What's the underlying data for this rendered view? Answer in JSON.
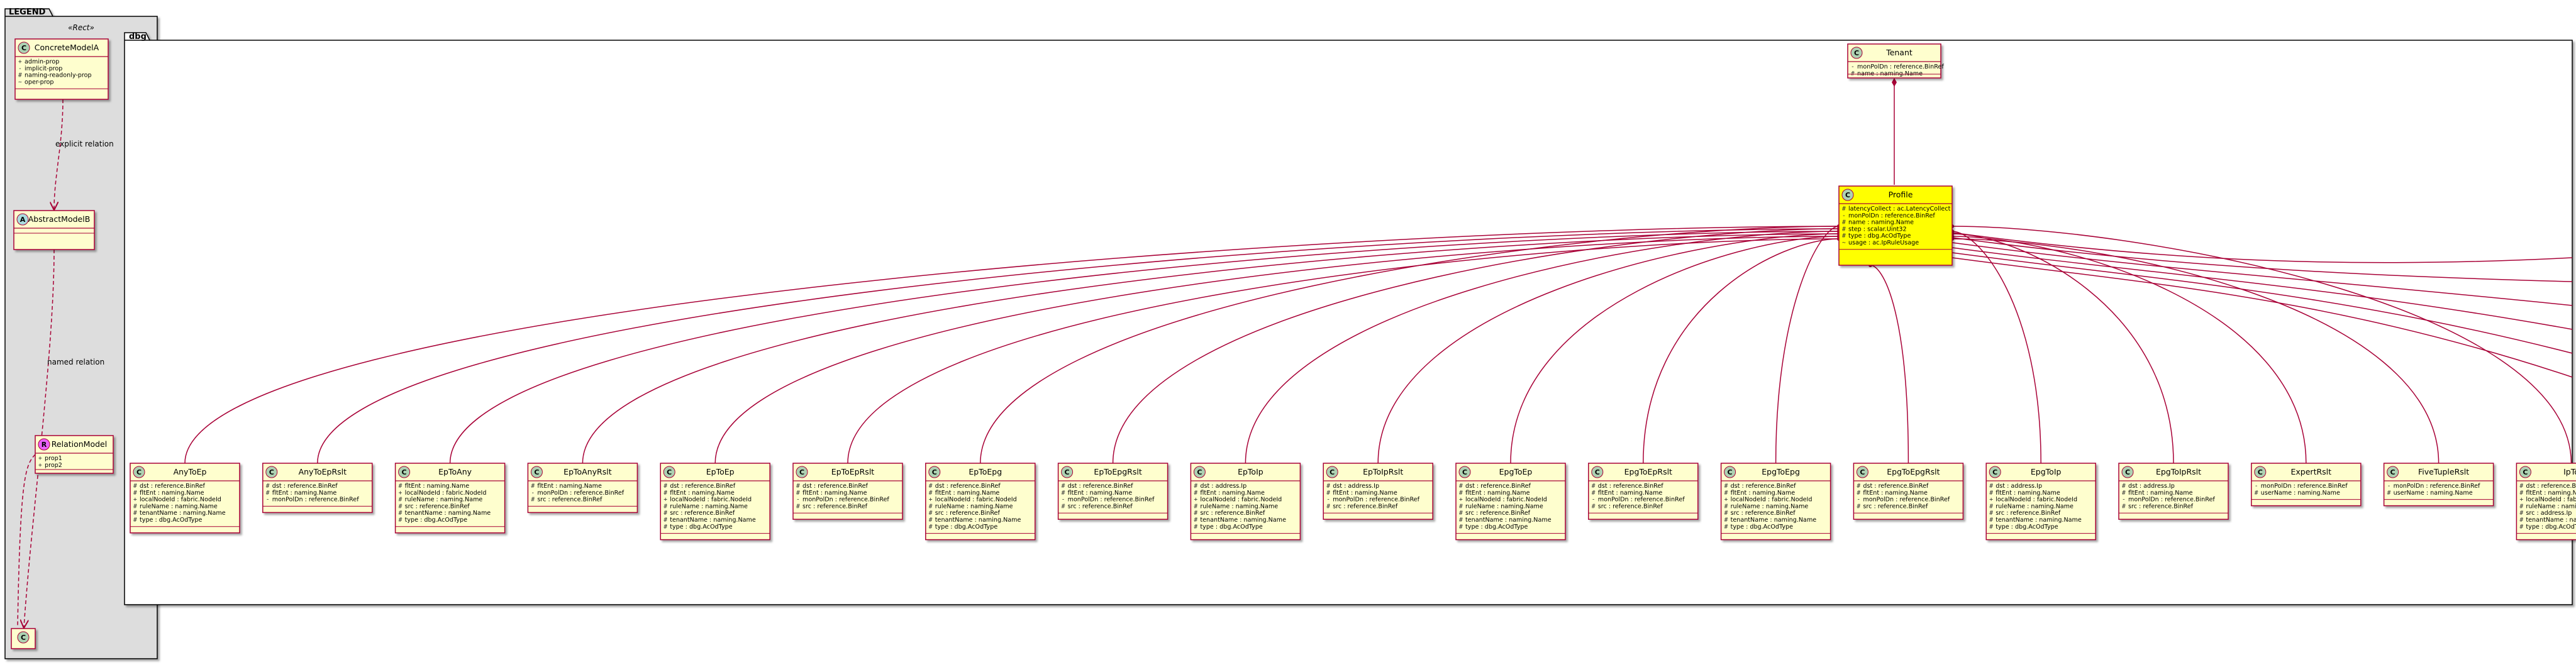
{
  "legend": {
    "title": "LEGEND",
    "stereotype": "«Rect»",
    "concrete": {
      "icon": "C",
      "name": "ConcreteModelA",
      "attrs": [
        {
          "vis": "+",
          "text": "admin-prop"
        },
        {
          "vis": "-",
          "text": "implicit-prop"
        },
        {
          "vis": "#",
          "text": "naming-readonly-prop"
        },
        {
          "vis": "~",
          "text": "oper-prop"
        }
      ]
    },
    "abstract": {
      "icon": "A",
      "name": "AbstractModelB",
      "attrs": []
    },
    "relation": {
      "icon": "R",
      "name": "RelationModel",
      "attrs": [
        {
          "vis": "+",
          "text": "prop1"
        },
        {
          "vis": "+",
          "text": "prop2"
        }
      ]
    },
    "c": {
      "icon": "C",
      "name": "C",
      "attrs": []
    },
    "explicit_label": "explicit relation",
    "named_label": "named relation"
  },
  "package": {
    "name": "dbg"
  },
  "tenant": {
    "icon": "C",
    "name": "Tenant",
    "attrs": [
      {
        "vis": "-",
        "text": "monPolDn : reference.BinRef"
      },
      {
        "vis": "#",
        "text": "name : naming.Name"
      }
    ]
  },
  "profile": {
    "icon": "C",
    "name": "Profile",
    "attrs": [
      {
        "vis": "#",
        "text": "latencyCollect : ac.LatencyCollect"
      },
      {
        "vis": "-",
        "text": "monPolDn : reference.BinRef"
      },
      {
        "vis": "#",
        "text": "name : naming.Name"
      },
      {
        "vis": "#",
        "text": "step : scalar.Uint32"
      },
      {
        "vis": "#",
        "text": "type : dbg.AcOdType"
      },
      {
        "vis": "~",
        "text": "usage : ac.IpRuleUsage"
      }
    ]
  },
  "classes": [
    {
      "icon": "C",
      "name": "AnyToEp",
      "attrs": [
        {
          "vis": "#",
          "text": "dst : reference.BinRef"
        },
        {
          "vis": "#",
          "text": "fltEnt : naming.Name"
        },
        {
          "vis": "+",
          "text": "localNodeId : fabric.NodeId"
        },
        {
          "vis": "#",
          "text": "ruleName : naming.Name"
        },
        {
          "vis": "#",
          "text": "tenantName : naming.Name"
        },
        {
          "vis": "#",
          "text": "type : dbg.AcOdType"
        }
      ]
    },
    {
      "icon": "C",
      "name": "AnyToEpRslt",
      "attrs": [
        {
          "vis": "#",
          "text": "dst : reference.BinRef"
        },
        {
          "vis": "#",
          "text": "fltEnt : naming.Name"
        },
        {
          "vis": "-",
          "text": "monPolDn : reference.BinRef"
        }
      ]
    },
    {
      "icon": "C",
      "name": "EpToAny",
      "attrs": [
        {
          "vis": "#",
          "text": "fltEnt : naming.Name"
        },
        {
          "vis": "+",
          "text": "localNodeId : fabric.NodeId"
        },
        {
          "vis": "#",
          "text": "ruleName : naming.Name"
        },
        {
          "vis": "#",
          "text": "src : reference.BinRef"
        },
        {
          "vis": "#",
          "text": "tenantName : naming.Name"
        },
        {
          "vis": "#",
          "text": "type : dbg.AcOdType"
        }
      ]
    },
    {
      "icon": "C",
      "name": "EpToAnyRslt",
      "attrs": [
        {
          "vis": "#",
          "text": "fltEnt : naming.Name"
        },
        {
          "vis": "-",
          "text": "monPolDn : reference.BinRef"
        },
        {
          "vis": "#",
          "text": "src : reference.BinRef"
        }
      ]
    },
    {
      "icon": "C",
      "name": "EpToEp",
      "attrs": [
        {
          "vis": "#",
          "text": "dst : reference.BinRef"
        },
        {
          "vis": "#",
          "text": "fltEnt : naming.Name"
        },
        {
          "vis": "+",
          "text": "localNodeId : fabric.NodeId"
        },
        {
          "vis": "#",
          "text": "ruleName : naming.Name"
        },
        {
          "vis": "#",
          "text": "src : reference.BinRef"
        },
        {
          "vis": "#",
          "text": "tenantName : naming.Name"
        },
        {
          "vis": "#",
          "text": "type : dbg.AcOdType"
        }
      ]
    },
    {
      "icon": "C",
      "name": "EpToEpRslt",
      "attrs": [
        {
          "vis": "#",
          "text": "dst : reference.BinRef"
        },
        {
          "vis": "#",
          "text": "fltEnt : naming.Name"
        },
        {
          "vis": "-",
          "text": "monPolDn : reference.BinRef"
        },
        {
          "vis": "#",
          "text": "src : reference.BinRef"
        }
      ]
    },
    {
      "icon": "C",
      "name": "EpToEpg",
      "attrs": [
        {
          "vis": "#",
          "text": "dst : reference.BinRef"
        },
        {
          "vis": "#",
          "text": "fltEnt : naming.Name"
        },
        {
          "vis": "+",
          "text": "localNodeId : fabric.NodeId"
        },
        {
          "vis": "#",
          "text": "ruleName : naming.Name"
        },
        {
          "vis": "#",
          "text": "src : reference.BinRef"
        },
        {
          "vis": "#",
          "text": "tenantName : naming.Name"
        },
        {
          "vis": "#",
          "text": "type : dbg.AcOdType"
        }
      ]
    },
    {
      "icon": "C",
      "name": "EpToEpgRslt",
      "attrs": [
        {
          "vis": "#",
          "text": "dst : reference.BinRef"
        },
        {
          "vis": "#",
          "text": "fltEnt : naming.Name"
        },
        {
          "vis": "-",
          "text": "monPolDn : reference.BinRef"
        },
        {
          "vis": "#",
          "text": "src : reference.BinRef"
        }
      ]
    },
    {
      "icon": "C",
      "name": "EpToIp",
      "attrs": [
        {
          "vis": "#",
          "text": "dst : address.Ip"
        },
        {
          "vis": "#",
          "text": "fltEnt : naming.Name"
        },
        {
          "vis": "+",
          "text": "localNodeId : fabric.NodeId"
        },
        {
          "vis": "#",
          "text": "ruleName : naming.Name"
        },
        {
          "vis": "#",
          "text": "src : reference.BinRef"
        },
        {
          "vis": "#",
          "text": "tenantName : naming.Name"
        },
        {
          "vis": "#",
          "text": "type : dbg.AcOdType"
        }
      ]
    },
    {
      "icon": "C",
      "name": "EpToIpRslt",
      "attrs": [
        {
          "vis": "#",
          "text": "dst : address.Ip"
        },
        {
          "vis": "#",
          "text": "fltEnt : naming.Name"
        },
        {
          "vis": "-",
          "text": "monPolDn : reference.BinRef"
        },
        {
          "vis": "#",
          "text": "src : reference.BinRef"
        }
      ]
    },
    {
      "icon": "C",
      "name": "EpgToEp",
      "attrs": [
        {
          "vis": "#",
          "text": "dst : reference.BinRef"
        },
        {
          "vis": "#",
          "text": "fltEnt : naming.Name"
        },
        {
          "vis": "+",
          "text": "localNodeId : fabric.NodeId"
        },
        {
          "vis": "#",
          "text": "ruleName : naming.Name"
        },
        {
          "vis": "#",
          "text": "src : reference.BinRef"
        },
        {
          "vis": "#",
          "text": "tenantName : naming.Name"
        },
        {
          "vis": "#",
          "text": "type : dbg.AcOdType"
        }
      ]
    },
    {
      "icon": "C",
      "name": "EpgToEpRslt",
      "attrs": [
        {
          "vis": "#",
          "text": "dst : reference.BinRef"
        },
        {
          "vis": "#",
          "text": "fltEnt : naming.Name"
        },
        {
          "vis": "-",
          "text": "monPolDn : reference.BinRef"
        },
        {
          "vis": "#",
          "text": "src : reference.BinRef"
        }
      ]
    },
    {
      "icon": "C",
      "name": "EpgToEpg",
      "attrs": [
        {
          "vis": "#",
          "text": "dst : reference.BinRef"
        },
        {
          "vis": "#",
          "text": "fltEnt : naming.Name"
        },
        {
          "vis": "+",
          "text": "localNodeId : fabric.NodeId"
        },
        {
          "vis": "#",
          "text": "ruleName : naming.Name"
        },
        {
          "vis": "#",
          "text": "src : reference.BinRef"
        },
        {
          "vis": "#",
          "text": "tenantName : naming.Name"
        },
        {
          "vis": "#",
          "text": "type : dbg.AcOdType"
        }
      ]
    },
    {
      "icon": "C",
      "name": "EpgToEpgRslt",
      "attrs": [
        {
          "vis": "#",
          "text": "dst : reference.BinRef"
        },
        {
          "vis": "#",
          "text": "fltEnt : naming.Name"
        },
        {
          "vis": "-",
          "text": "monPolDn : reference.BinRef"
        },
        {
          "vis": "#",
          "text": "src : reference.BinRef"
        }
      ]
    },
    {
      "icon": "C",
      "name": "EpgToIp",
      "attrs": [
        {
          "vis": "#",
          "text": "dst : address.Ip"
        },
        {
          "vis": "#",
          "text": "fltEnt : naming.Name"
        },
        {
          "vis": "+",
          "text": "localNodeId : fabric.NodeId"
        },
        {
          "vis": "#",
          "text": "ruleName : naming.Name"
        },
        {
          "vis": "#",
          "text": "src : reference.BinRef"
        },
        {
          "vis": "#",
          "text": "tenantName : naming.Name"
        },
        {
          "vis": "#",
          "text": "type : dbg.AcOdType"
        }
      ]
    },
    {
      "icon": "C",
      "name": "EpgToIpRslt",
      "attrs": [
        {
          "vis": "#",
          "text": "dst : address.Ip"
        },
        {
          "vis": "#",
          "text": "fltEnt : naming.Name"
        },
        {
          "vis": "-",
          "text": "monPolDn : reference.BinRef"
        },
        {
          "vis": "#",
          "text": "src : reference.BinRef"
        }
      ]
    },
    {
      "icon": "C",
      "name": "ExpertRslt",
      "attrs": [
        {
          "vis": "-",
          "text": "monPolDn : reference.BinRef"
        },
        {
          "vis": "#",
          "text": "userName : naming.Name"
        }
      ]
    },
    {
      "icon": "C",
      "name": "FiveTupleRslt",
      "attrs": [
        {
          "vis": "-",
          "text": "monPolDn : reference.BinRef"
        },
        {
          "vis": "#",
          "text": "userName : naming.Name"
        }
      ]
    },
    {
      "icon": "C",
      "name": "IpToEp",
      "attrs": [
        {
          "vis": "#",
          "text": "dst : reference.BinRef"
        },
        {
          "vis": "#",
          "text": "fltEnt : naming.Name"
        },
        {
          "vis": "+",
          "text": "localNodeId : fabric.NodeId"
        },
        {
          "vis": "#",
          "text": "ruleName : naming.Name"
        },
        {
          "vis": "#",
          "text": "src : address.Ip"
        },
        {
          "vis": "#",
          "text": "tenantName : naming.Name"
        },
        {
          "vis": "#",
          "text": "type : dbg.AcOdType"
        }
      ]
    }
  ],
  "colors": {
    "class_fill": "#fefece",
    "class_border": "#a80036",
    "highlight_fill": "#ffff00",
    "edge": "#a80036",
    "legend_fill": "#dddddd",
    "icon_class": "#add1b2",
    "icon_abstract": "#a9dcdf",
    "icon_relation": "#ea61ff"
  }
}
